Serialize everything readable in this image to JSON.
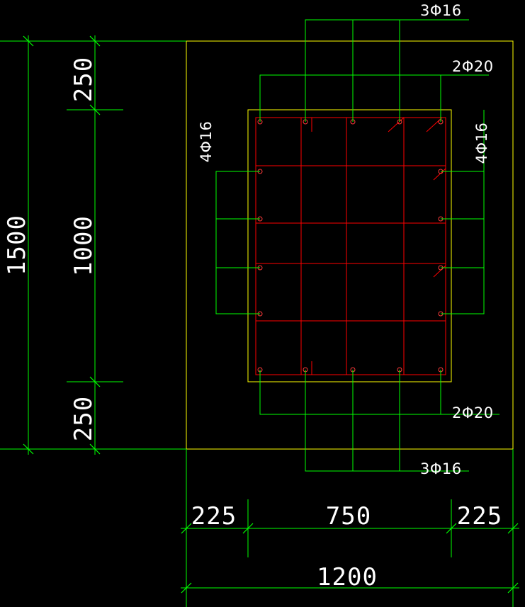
{
  "drawing": {
    "colors": {
      "background": "#000000",
      "dimension_lines": "#00ff00",
      "outline": "#ffff00",
      "reinforcement": "#ff0000",
      "text": "#ffffff"
    },
    "dimensions": {
      "total_height": "1500",
      "top_cover": "250",
      "middle_height": "1000",
      "bottom_cover": "250",
      "left_cover": "225",
      "middle_width": "750",
      "right_cover": "225",
      "total_width": "1200"
    },
    "rebar_labels": {
      "top_middle": "3Φ16",
      "top_corner": "2Φ20",
      "left_side": "4Φ16",
      "right_side": "4Φ16",
      "bottom_corner": "2Φ20",
      "bottom_middle": "3Φ16"
    }
  }
}
